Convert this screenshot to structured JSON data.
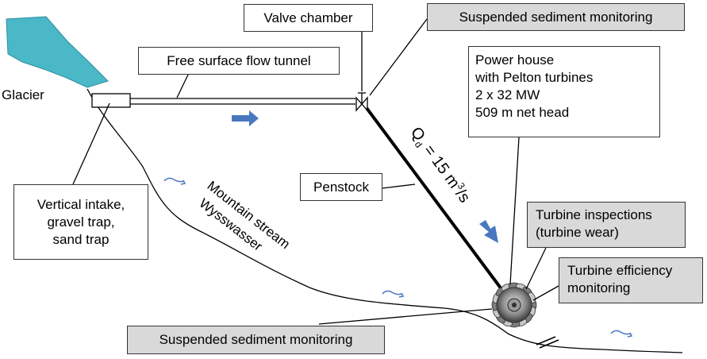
{
  "labels": {
    "glacier": "Glacier",
    "valve_chamber": "Valve chamber",
    "suspended_sediment_top": "Suspended sediment monitoring",
    "free_surface_tunnel": "Free surface flow tunnel",
    "power_house": [
      "Power house",
      "with Pelton turbines",
      "2 x 32 MW",
      "509 m net head"
    ],
    "penstock": "Penstock",
    "vertical_intake": [
      "Vertical intake,",
      "gravel trap,",
      "sand trap"
    ],
    "turbine_inspections": [
      "Turbine inspections",
      "(turbine wear)"
    ],
    "turbine_efficiency": [
      "Turbine efficiency",
      "monitoring"
    ],
    "suspended_sediment_bottom": "Suspended sediment monitoring",
    "mountain_stream": "Mountain stream",
    "wysswasser": "Wysswasser"
  },
  "discharge": {
    "q": "Q",
    "subscript": "d",
    "equals_value": " = 15 m",
    "superscript": "3",
    "unit_tail": "/s"
  },
  "colors": {
    "glacier": "#4bb8c8",
    "flow_arrow": "#4a78c0",
    "grey_box": "#d9d9d9",
    "line": "#000000"
  },
  "icons": [
    "valve-icon",
    "pelton-turbine-icon",
    "flow-direction-arrow-icon",
    "stream-flow-icon"
  ]
}
